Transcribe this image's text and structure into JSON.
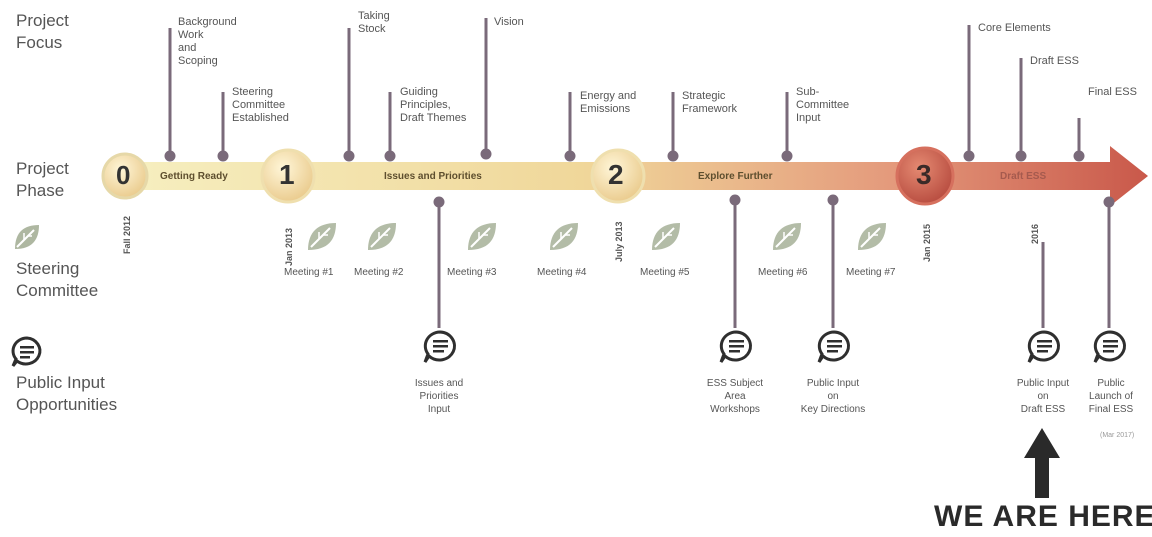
{
  "rows": {
    "focus": "Project\nFocus",
    "phase": "Project\nPhase",
    "steering": "Steering\nCommittee",
    "public": "Public Input\nOpportunities"
  },
  "phases": [
    {
      "number": "0",
      "label": "Getting Ready"
    },
    {
      "number": "1",
      "label": "Issues and Priorities"
    },
    {
      "number": "2",
      "label": "Explore Further"
    },
    {
      "number": "3",
      "label": "Draft ESS"
    }
  ],
  "focus_items": [
    "Background\nWork\nand\nScoping",
    "Steering\nCommittee\nEstablished",
    "Taking\nStock",
    "Guiding\nPrinciples,\nDraft Themes",
    "Vision",
    "Energy and\nEmissions",
    "Strategic\nFramework",
    "Sub-\nCommittee\nInput",
    "Core Elements",
    "Draft ESS",
    "Final ESS"
  ],
  "dates": [
    "Fall 2012",
    "Jan 2013",
    "July 2013",
    "Jan 2015",
    "2016"
  ],
  "meetings": [
    "Meeting #1",
    "Meeting #2",
    "Meeting #3",
    "Meeting #4",
    "Meeting #5",
    "Meeting #6",
    "Meeting #7"
  ],
  "public_inputs": [
    "Issues and\nPriorities\nInput",
    "ESS Subject\nArea\nWorkshops",
    "Public Input\non\nKey Directions",
    "Public Input\non\nDraft ESS",
    "Public\nLaunch of\nFinal ESS"
  ],
  "small_note": "(Mar 2017)",
  "here": "WE ARE HERE",
  "colors": {
    "stem": "#7a6a7a",
    "arrow_light": "#f2e6a8",
    "arrow_dark": "#d46a52",
    "leaf": "#9aa58a",
    "bubble": "#2f2f2f"
  }
}
